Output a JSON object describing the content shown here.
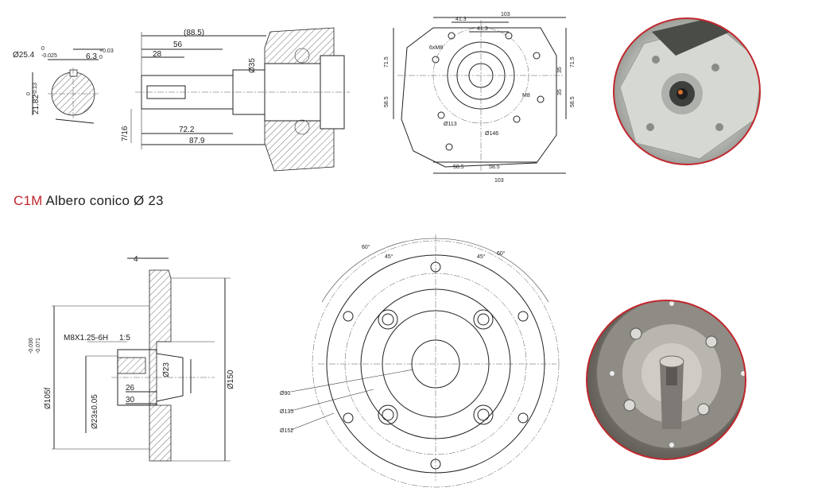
{
  "section_title": {
    "code": "C1M",
    "text": "Albero conico Ø 23"
  },
  "top_shaft": {
    "keyway_dia": "Ø25.4",
    "keyway_dia_tol_top": "0",
    "keyway_dia_tol_bot": "-0.025",
    "key_width": "6.3",
    "key_width_tol_top": "+0.03",
    "key_width_tol_bot": "0",
    "key_depth": "21.82",
    "key_depth_tol_top": "0",
    "key_depth_tol_bot": "-0.13",
    "total_ref": "(88.5)",
    "d56": "56",
    "d28": "28",
    "dia35": "Ø35",
    "thread": "7/16",
    "d72": "72.2",
    "d87": "87.9"
  },
  "top_flange": {
    "d41a": "41.3",
    "d41b": "41.3",
    "d103_top": "103",
    "d103_bot": "103",
    "left_715": "71.5",
    "left_585": "58.5",
    "right_715": "71.5",
    "right_585": "58.5",
    "r35a": "35",
    "r35b": "35",
    "dia113": "Ø113",
    "dia146": "Ø146",
    "bot_585a": "58.5",
    "bot_585b": "58.5",
    "m8": "M8",
    "hole_tag": "6xM8"
  },
  "bottom_shaft": {
    "d4": "4",
    "thread": "M8X1.25-6H",
    "taper": "1:5",
    "dia105": "Ø105f",
    "tol_top": "-0.036",
    "tol_bot": "-0.071",
    "dia23": "Ø23",
    "dia150": "Ø150",
    "d26": "26",
    "d30": "30",
    "dia23tol": "Ø23±0.05"
  },
  "bottom_flange": {
    "a60l": "60°",
    "a45l": "45°",
    "a45r": "45°",
    "a60r": "60°",
    "dia90": "Ø90",
    "dia135": "Ø135",
    "dia152": "Ø152"
  }
}
